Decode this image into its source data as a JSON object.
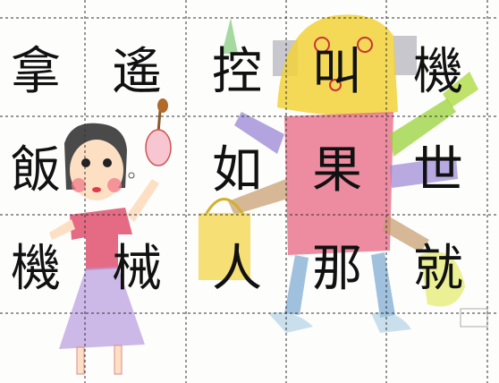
{
  "grid": {
    "columns": 5,
    "rows": 3,
    "cells": [
      [
        "拿",
        "遙",
        "控",
        "叫",
        "機"
      ],
      [
        "飯",
        "",
        "如",
        "果",
        "世"
      ],
      [
        "機",
        "械",
        "人",
        "那",
        "就"
      ]
    ]
  },
  "drawing": {
    "subjects": [
      "girl-figure",
      "robot-figure"
    ],
    "colors": {
      "girl_shirt": "#e0506e",
      "girl_skirt": "#b89be0",
      "robot_head": "#f2d23a",
      "robot_body": "#e86a86",
      "robot_arm_purple": "#9a86d6",
      "robot_arm_green": "#9ad23a",
      "robot_legs": "#78a6d2",
      "bag": "#f2d23a"
    }
  }
}
